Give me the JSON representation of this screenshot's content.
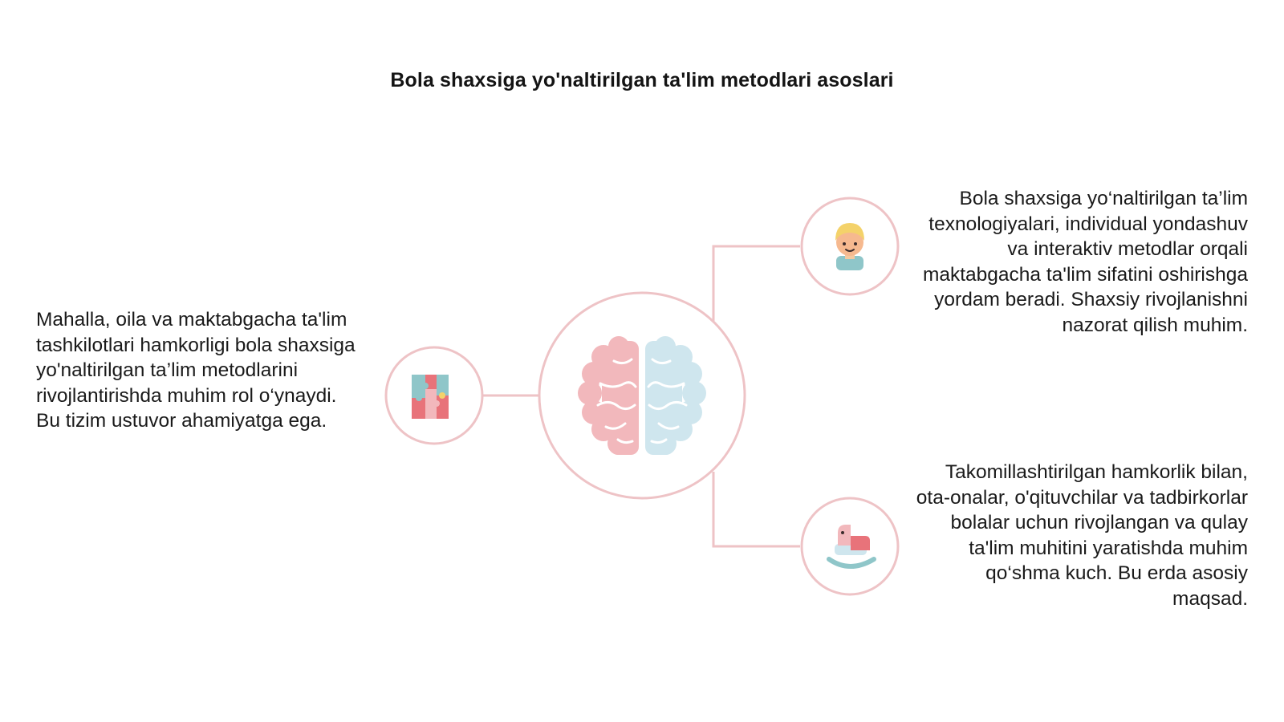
{
  "title": "Bola shaxsiga yo'naltirilgan ta'lim metodlari asoslari",
  "colors": {
    "ring": "#eec3c6",
    "connector": "#eec3c6",
    "brain_left": "#f2b8bc",
    "brain_right": "#cfe6ee",
    "accent_teal": "#8fc6c9",
    "accent_red": "#e8737a",
    "accent_yellow": "#f4d26a"
  },
  "nodes": {
    "center": {
      "icon": "brain-icon"
    },
    "left": {
      "icon": "puzzle-icon",
      "text": "Mahalla, oila va maktabgacha ta'lim tashkilotlari hamkorligi bola shaxsiga yo'naltirilgan ta’lim metodlarini rivojlantirishda muhim rol o‘ynaydi. Bu tizim ustuvor ahamiyatga ega."
    },
    "right_top": {
      "icon": "child-face-icon",
      "text": "Bola shaxsiga yo‘naltirilgan ta’lim texnologiyalari, individual yondashuv va interaktiv metodlar orqali maktabgacha ta'lim sifatini oshirishga yordam beradi. Shaxsiy rivojlanishni nazorat qilish muhim."
    },
    "right_bottom": {
      "icon": "rocking-horse-icon",
      "text": "Takomillashtirilgan hamkorlik bilan, ota-onalar, o'qituvchilar va tadbirkorlar bolalar uchun rivojlangan va qulay ta'lim muhitini yaratishda muhim qo‘shma kuch. Bu erda asosiy maqsad."
    }
  }
}
